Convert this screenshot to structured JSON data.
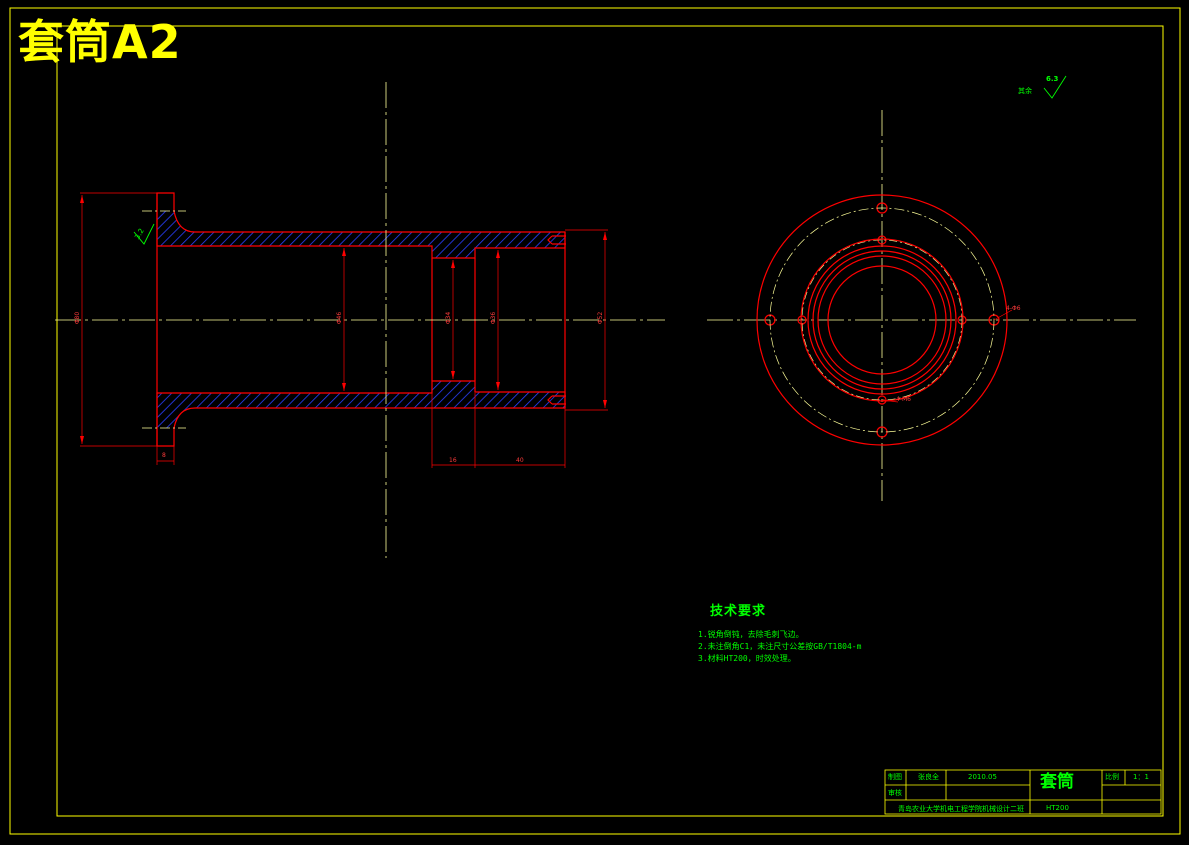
{
  "drawing": {
    "title": "套筒A2",
    "surface_finish": {
      "label": "其余",
      "value": "6.3"
    },
    "roughness_callout": "3.2"
  },
  "dimensions": {
    "flange_dia": "Φ80",
    "bore_1": "Φ46",
    "bore_2": "Φ34",
    "bore_3": "Φ36",
    "outer_dia": "Φ52",
    "flange_thk": "8",
    "len_a": "16",
    "len_b": "40",
    "hole_callout_1": "4-Φ6",
    "hole_callout_2": "4-M6"
  },
  "notes": {
    "heading": "技术要求",
    "lines": [
      "1.锐角倒钝，去除毛刺飞边。",
      "2.未注倒角C1，未注尺寸公差按GB/T1804-m",
      "3.材料HT200，时效处理。"
    ]
  },
  "title_block": {
    "drawn_label": "制图",
    "drawn_name": "张良全",
    "drawn_date": "2010.05",
    "check_label": "审核",
    "part_name": "套筒",
    "material": "HT200",
    "scale_label": "比例",
    "scale_value": "1：1",
    "school": "青岛农业大学机电工程学院机械设计二班"
  },
  "colors": {
    "border": "#ffff00",
    "outline": "#ff0000",
    "centerline": "#ffff99",
    "hatch": "#2a3fff",
    "text": "#00ff00"
  }
}
